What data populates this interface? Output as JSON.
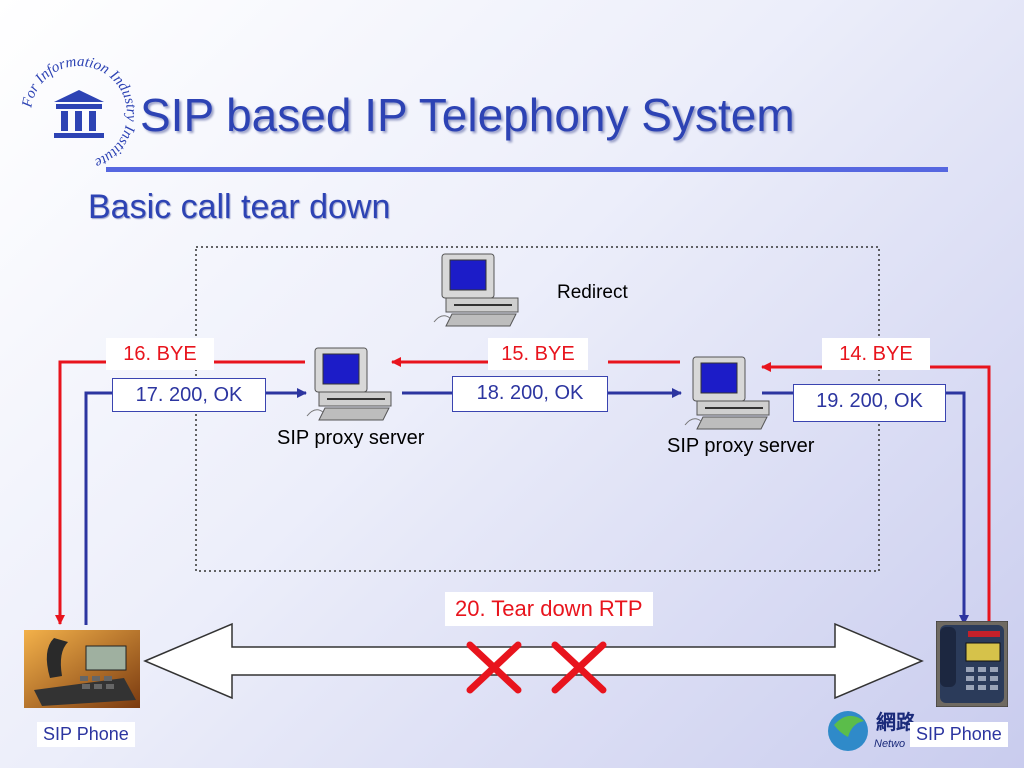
{
  "slide": {
    "title": "SIP based IP Telephony System",
    "subtitle": "Basic call tear down"
  },
  "logo": {
    "ring_text": "For Information Industry Institute",
    "monogram": "III"
  },
  "nodes": {
    "redirect_label": "Redirect",
    "proxy_left_label": "SIP proxy server",
    "proxy_right_label": "SIP proxy server",
    "phone_left_label": "SIP Phone",
    "phone_right_label": "SIP Phone"
  },
  "messages": {
    "m14": "14. BYE",
    "m15": "15. BYE",
    "m16": "16. BYE",
    "m17": "17. 200, OK",
    "m18": "18. 200, OK",
    "m19": "19. 200, OK",
    "m20": "20. Tear down   RTP"
  },
  "colors": {
    "bye": "#e8141d",
    "ok": "#2c35a0",
    "title": "#2d43b4"
  },
  "partner_logo": {
    "text_line1": "網路",
    "text_line2": "Netwo"
  }
}
